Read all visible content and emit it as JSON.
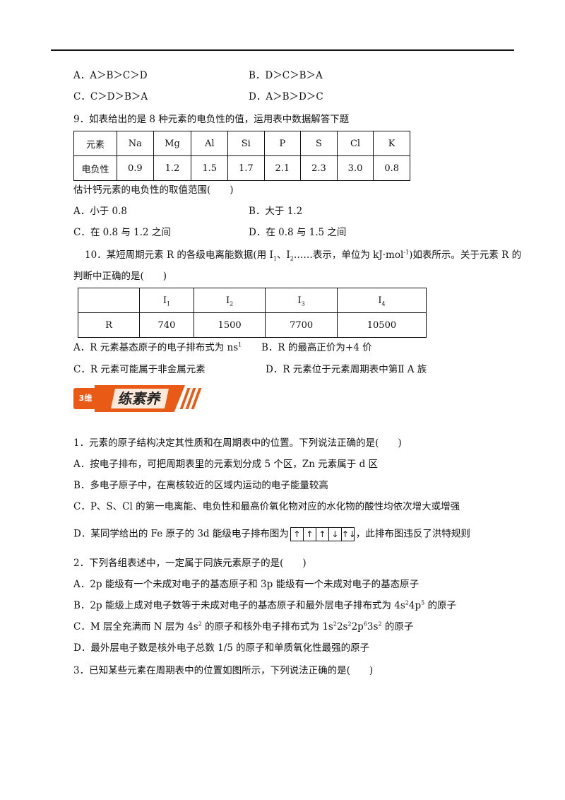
{
  "q8_options": {
    "a": "A．A＞B＞C＞D",
    "b": "B．D＞C＞B＞A",
    "c": "C．C＞D＞B＞A",
    "d": "D．A＞B＞D＞C"
  },
  "q9": {
    "stem": "9．如表给出的是 8 种元素的电负性的值，运用表中数据解答下题",
    "header": [
      "元素",
      "Na",
      "Mg",
      "Al",
      "Si",
      "P",
      "S",
      "Cl",
      "K"
    ],
    "row": [
      "电负性",
      "0.9",
      "1.2",
      "1.5",
      "1.7",
      "2.1",
      "2.3",
      "3.0",
      "0.8"
    ],
    "question": "估计钙元素的电负性的取值范围(　　)",
    "a": "A．小于 0.8",
    "b": "B．大于 1.2",
    "c": "C．在 0.8 与 1.2 之间",
    "d": "D．在 0.8 与 1.5 之间"
  },
  "q10": {
    "stem_pre": "10．某短周期元素 R 的各级电离能数据(用 I",
    "stem_mid1": "、I",
    "stem_mid2": "……表示，单位为 kJ·mol",
    "stem_sup": "-1",
    "stem_post": ")如表所示。关于元素 R 的",
    "stem2": "判断中正确的是(　　)",
    "header_prefix": "I",
    "header_subs": [
      "1",
      "2",
      "3",
      "4"
    ],
    "row_label": "R",
    "row": [
      "740",
      "1500",
      "7700",
      "10500"
    ],
    "a_pre": "A．R 元素基态原子的电子排布式为 ns",
    "a_sup": "1",
    "b": "B．R 的最高正价为+4 价",
    "c": "C．R 元素可能属于非金属元素",
    "d": "D．R 元素位于元素周期表中第Ⅱ A 族"
  },
  "banner": {
    "num": "3维",
    "title": "练素养",
    "accent": "#e85a16"
  },
  "p1": {
    "stem": "1．元素的原子结构决定其性质和在周期表中的位置。下列说法正确的是(　　)",
    "a": "A．按电子排布，可把周期表里的元素划分成 5 个区，Zn 元素属于 d 区",
    "b": "B．多电子原子中，在离核较近的区域内运动的电子能量较高",
    "c": "C．P、S、Cl 的第一电离能、电负性和最高价氧化物对应的水化物的酸性均依次增大或增强",
    "d_pre": "D．某同学给出的 Fe 原子的 3d 能级电子排布图为",
    "d_boxes": [
      "↑",
      "↑",
      "↑",
      "↓",
      "↑↓"
    ],
    "d_post": "，此排布图违反了洪特规则"
  },
  "p2": {
    "stem": "2．下列各组表述中，一定属于同族元素原子的是(　　)",
    "a": "A．2p 能级有一个未成对电子的基态原子和 3p 能级有一个未成对电子的基态原子",
    "b_pre": "B．2p 能级上成对电子数等于未成对电子的基态原子和最外层电子排布式为 4s",
    "b_s1": "2",
    "b_mid": "4p",
    "b_s2": "5",
    "b_post": " 的原子",
    "c_pre": "C．M 层全充满而 N 层为 4s",
    "c_s1": "2",
    "c_mid1": " 的原子和核外电子排布式为 1s",
    "c_s2": "2",
    "c_mid2": "2s",
    "c_s3": "2",
    "c_mid3": "2p",
    "c_s4": "6",
    "c_mid4": "3s",
    "c_s5": "2",
    "c_post": " 的原子",
    "d": "D．最外层电子数是核外电子总数 1/5 的原子和单质氧化性最强的原子"
  },
  "p3": {
    "stem": "3．已知某些元素在周期表中的位置如图所示，下列说法正确的是(　　)"
  }
}
